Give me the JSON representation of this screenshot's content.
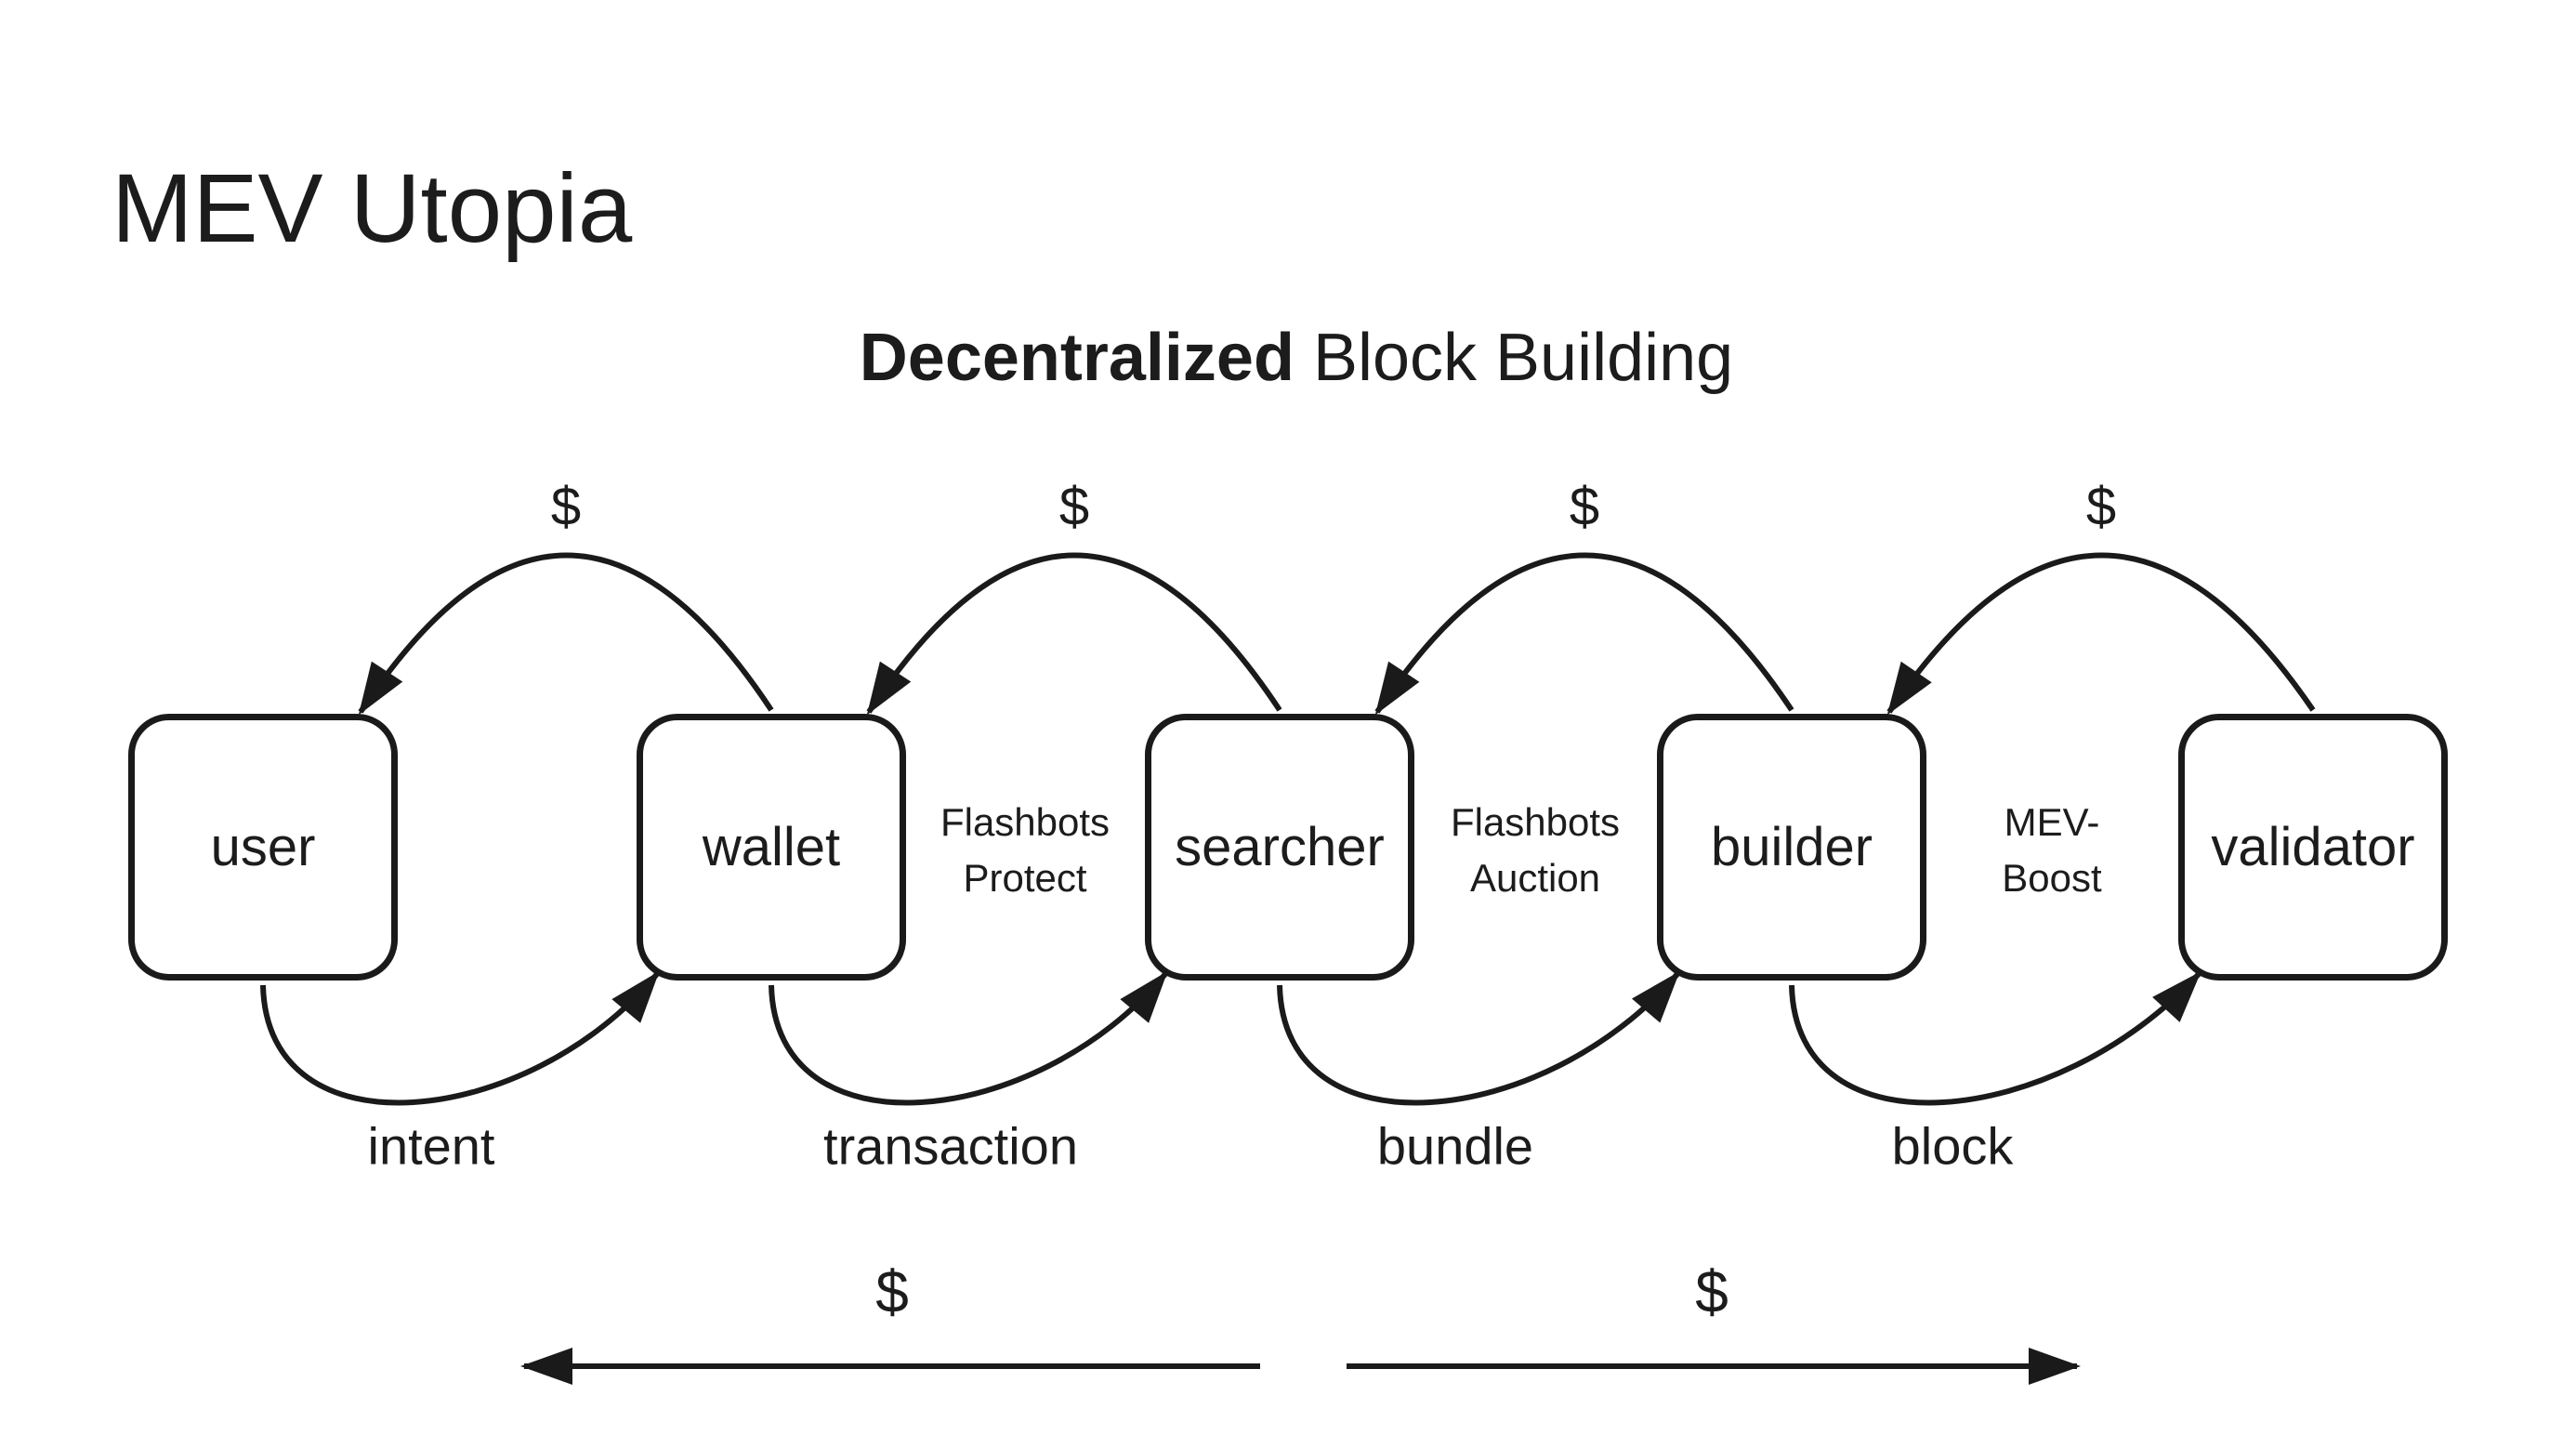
{
  "title": "MEV Utopia",
  "subtitle": {
    "bold": "Decentralized",
    "rest": " Block Building"
  },
  "boxes": [
    {
      "label": "user"
    },
    {
      "label": "wallet"
    },
    {
      "label": "searcher"
    },
    {
      "label": "builder"
    },
    {
      "label": "validator"
    }
  ],
  "gap_labels": [
    {
      "line1": "Flashbots",
      "line2": "Protect"
    },
    {
      "line1": "Flashbots",
      "line2": "Auction"
    },
    {
      "line1": "MEV-",
      "line2": "Boost"
    }
  ],
  "flow_labels": [
    {
      "label": "intent"
    },
    {
      "label": "transaction"
    },
    {
      "label": "bundle"
    },
    {
      "label": "block"
    }
  ],
  "money_symbol": "$",
  "colors": {
    "ink": "#1a1a1a",
    "background": "#ffffff"
  }
}
